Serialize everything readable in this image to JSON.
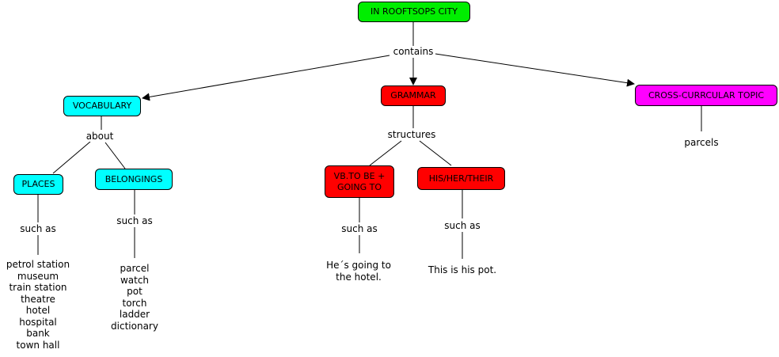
{
  "colors": {
    "root": "#00ee00",
    "vocabulary": "#00ffff",
    "grammar": "#ff0000",
    "cross": "#ff00ff",
    "line": "#000000"
  },
  "nodes": {
    "root": "IN ROOFTSOPS CITY",
    "vocabulary": "VOCABULARY",
    "grammar": "GRAMMAR",
    "cross": "CROSS-CURRCULAR TOPIC",
    "places": "PLACES",
    "belongings": "BELONGINGS",
    "vb_going": "VB.TO BE +\nGOING TO",
    "his_her": "HIS/HER/THEIR"
  },
  "links": {
    "contains": "contains",
    "about": "about",
    "structures": "structures",
    "such_as": "such as"
  },
  "leaves": {
    "places_list": "petrol station\nmuseum\ntrain station\ntheatre\nhotel\nhospital\nbank\ntown hall",
    "belongings_list": "parcel\nwatch\npot\ntorch\nladder\ndictionary",
    "going_to_example": "He´s going to\nthe hotel.",
    "his_example": "This is his pot.",
    "cross_topic": "parcels"
  }
}
